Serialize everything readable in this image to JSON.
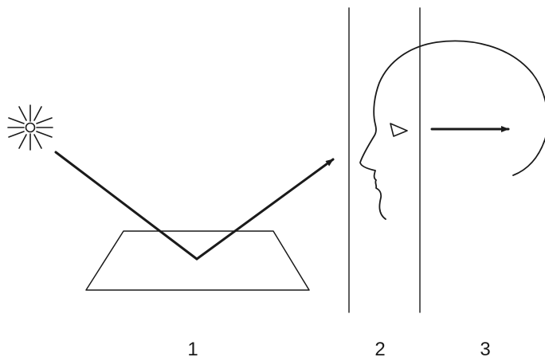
{
  "labels": {
    "stage_1": "1",
    "stage_2": "2",
    "stage_3": "3"
  },
  "icons": {
    "light_source": "sun-icon",
    "eye": "eye-icon",
    "arrow": "arrow-icon"
  },
  "colors": {
    "line": "#1a1a1a",
    "background": "#ffffff"
  }
}
